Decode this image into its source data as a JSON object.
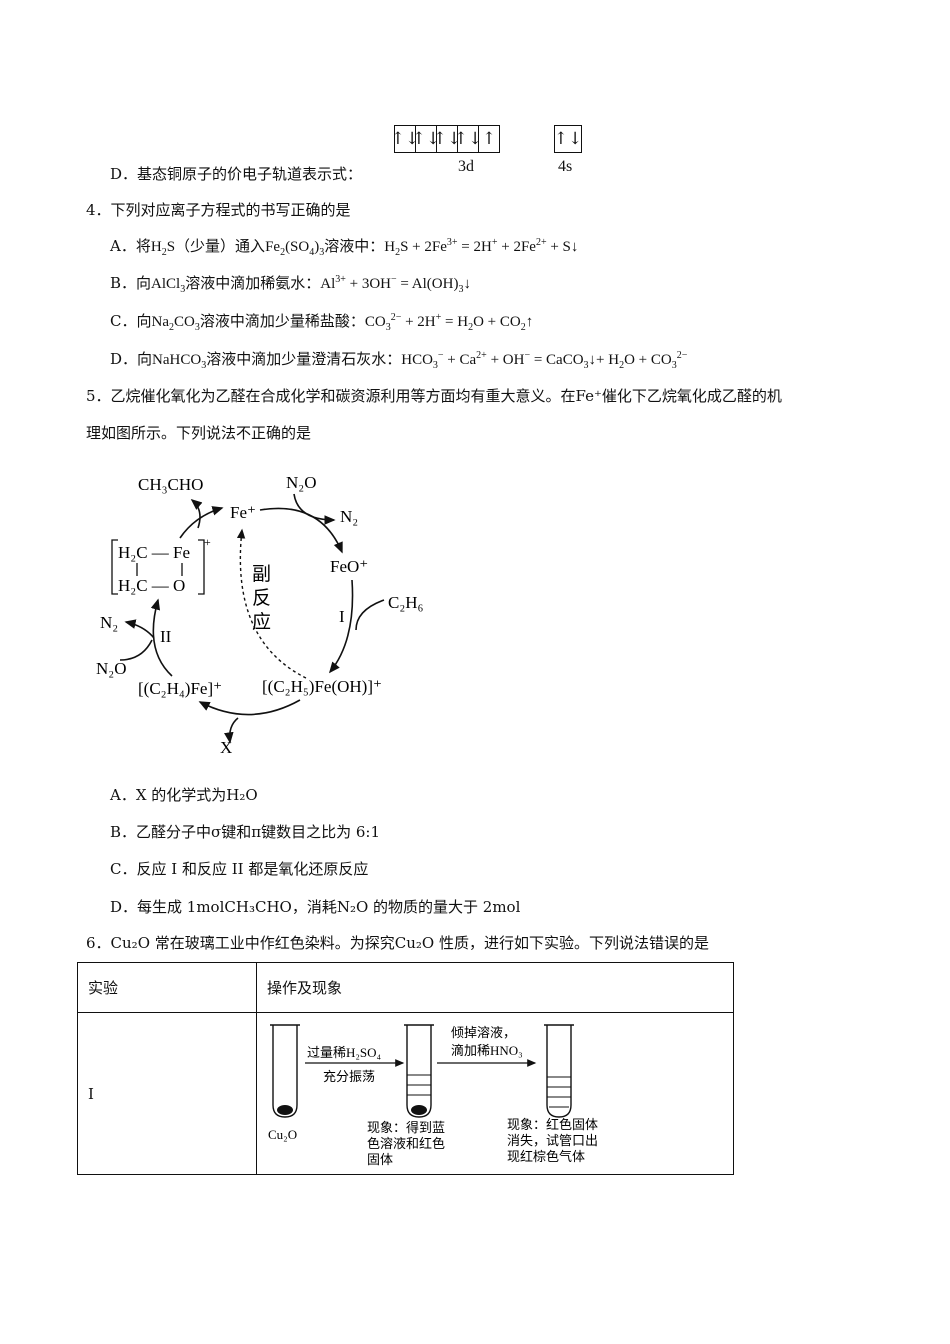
{
  "q3d": {
    "label": "D．基态铜原子的价电子轨道表示式：",
    "orbitals_3d": [
      "↑↓",
      "↑↓",
      "↑↓",
      "↑↓",
      "↑"
    ],
    "orbitals_4s": [
      "↑↓"
    ],
    "label_3d": "3d",
    "label_4s": "4s"
  },
  "q4": {
    "stem": "4．下列对应离子方程式的书写正确的是",
    "A": {
      "letter": "A．",
      "pre": "将",
      "mid": "（少量）通入",
      "post": "溶液中："
    },
    "B": {
      "letter": "B．",
      "pre": "向",
      "mid": "溶液中滴加稀氨水："
    },
    "C": {
      "letter": "C．",
      "pre": "向",
      "mid": "溶液中滴加少量稀盐酸："
    },
    "D": {
      "letter": "D．",
      "pre": "向",
      "mid": "溶液中滴加少量澄清石灰水："
    }
  },
  "q5": {
    "stem1": "5．乙烷催化氧化为乙醛在合成化学和碳资源利用等方面均有重大意义。在Fe⁺催化下乙烷氧化成乙醛的机",
    "stem2": "理如图所示。下列说法不正确的是",
    "diagram": {
      "ch3cho": "CH₃CHO",
      "fe_plus": "Fe⁺",
      "n2o_top": "N₂O",
      "n2_top": "N₂",
      "feo_plus": "FeO⁺",
      "c2h6": "C₂H₆",
      "step1": "I",
      "step2": "II",
      "side_reaction": [
        "副",
        "反",
        "应"
      ],
      "ethyl_complex": "[(C₂H₅)Fe(OH)]⁺",
      "ethylene_complex": "[(C₂H₄)Fe]⁺",
      "x_label": "X",
      "n2_left": "N₂",
      "n2o_left": "N₂O",
      "ring_top": "H₂C — Fe",
      "ring_bottom": "H₂C — O",
      "ring_charge": "+"
    },
    "A": "A．X 的化学式为H₂O",
    "B": "B．乙醛分子中σ键和π键数目之比为 6:1",
    "C": "C．反应 I 和反应 II 都是氧化还原反应",
    "D": "D．每生成 1molCH₃CHO，消耗N₂O 的物质的量大于 2mol"
  },
  "q6": {
    "stem": "6．Cu₂O 常在玻璃工业中作红色染料。为探究Cu₂O 性质，进行如下实验。下列说法错误的是",
    "header_exp": "实验",
    "header_op": "操作及现象",
    "row1_label": "I",
    "step1_top": "过量稀H₂SO₄",
    "step1_bottom": "充分振荡",
    "step2_top": "倾掉溶液，",
    "step2_bottom": "滴加稀HNO₃",
    "tube1_label": "Cu₂O",
    "phen1": [
      "现象：得到蓝",
      "色溶液和红色",
      "固体"
    ],
    "phen2": [
      "现象：红色固体",
      "消失，试管口出",
      "现红棕色气体"
    ]
  }
}
